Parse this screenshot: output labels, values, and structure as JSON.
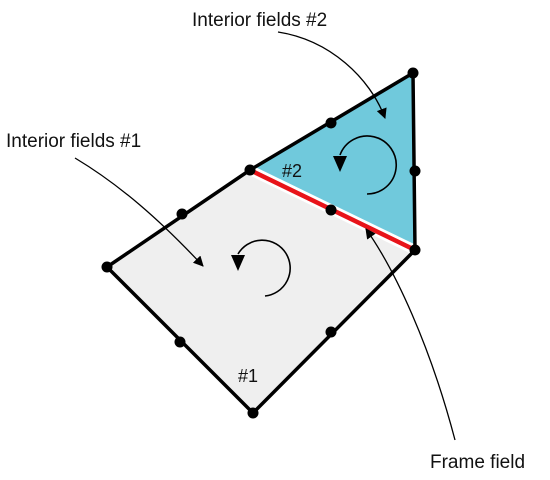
{
  "labels": {
    "interior_fields_2": "Interior fields #2",
    "interior_fields_1": "Interior fields #1",
    "frame_field": "Frame field",
    "region_1": "#1",
    "region_2": "#2"
  },
  "colors": {
    "region_1_fill": "#efefef",
    "region_2_fill": "#70c9dc",
    "boundary": "#000000",
    "shared_edge": "#e8141a"
  }
}
